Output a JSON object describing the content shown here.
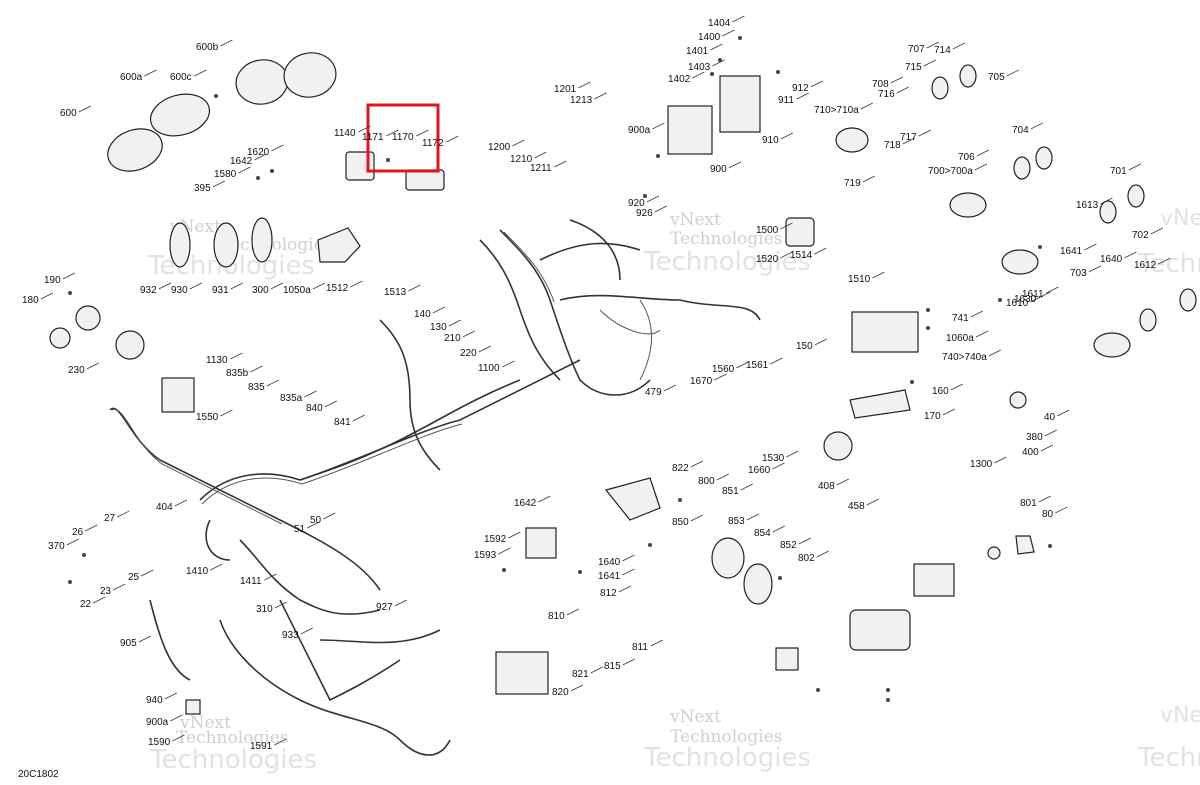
{
  "diagram_code": "20C1802",
  "watermark": [
    "vNext",
    "Technologies"
  ],
  "highlight": {
    "color": "#e0141b"
  },
  "callouts": [
    "600",
    "600a",
    "600b",
    "600c",
    "1140",
    "1171",
    "1170",
    "1172",
    "1201",
    "1213",
    "1200",
    "1210",
    "1211",
    "1404",
    "1400",
    "1401",
    "1403",
    "1402",
    "912",
    "911",
    "900a",
    "910",
    "900",
    "920",
    "926",
    "707",
    "714",
    "715",
    "716",
    "708",
    "710>710a",
    "717",
    "718",
    "719",
    "705",
    "704",
    "706",
    "700>700a",
    "701",
    "702",
    "703",
    "1612",
    "1613",
    "1610",
    "1611",
    "1641",
    "1640",
    "1630",
    "1620",
    "1642",
    "1580",
    "395",
    "932",
    "930",
    "931",
    "300",
    "1050a",
    "1512",
    "1513",
    "1500",
    "1520",
    "1514",
    "1510",
    "741",
    "1060a",
    "740>740a",
    "150",
    "160",
    "170",
    "190",
    "180",
    "230",
    "140",
    "130",
    "210",
    "220",
    "1100",
    "1130",
    "835b",
    "835",
    "835a",
    "840",
    "841",
    "1550",
    "1560",
    "1561",
    "1670",
    "1530",
    "1660",
    "40",
    "380",
    "400",
    "1300",
    "408",
    "458",
    "479",
    "404",
    "27",
    "26",
    "370",
    "25",
    "23",
    "22",
    "51",
    "50",
    "1410",
    "1411",
    "310",
    "933",
    "927",
    "905",
    "940",
    "900a",
    "1590",
    "1591",
    "1592",
    "1593",
    "1642",
    "1640",
    "1641",
    "812",
    "810",
    "811",
    "815",
    "821",
    "820",
    "822",
    "800",
    "851",
    "850",
    "853",
    "854",
    "852",
    "802",
    "801",
    "80"
  ]
}
